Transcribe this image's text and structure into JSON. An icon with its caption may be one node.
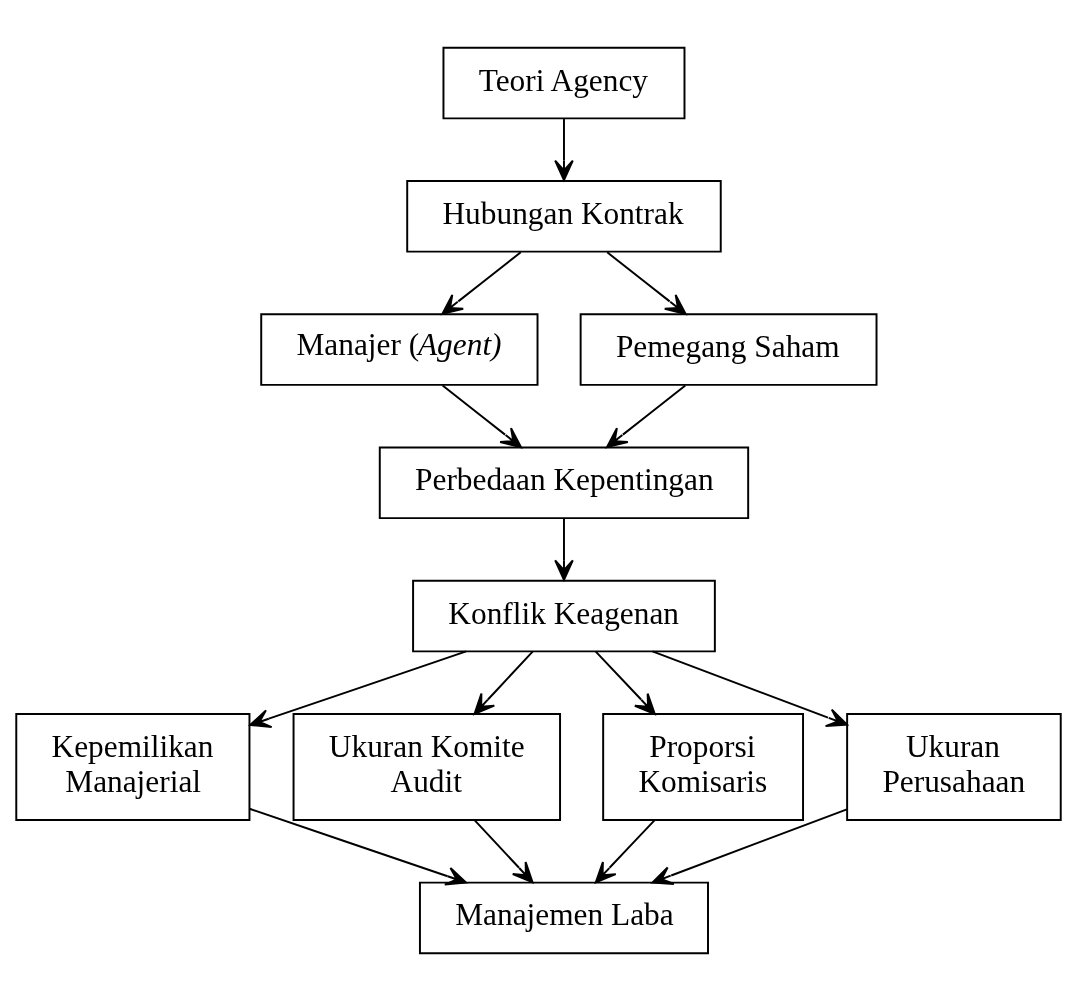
{
  "diagram": {
    "nodes": [
      {
        "text": [
          "Teori Agency"
        ]
      },
      {
        "text": [
          "Hubungan Kontrak"
        ]
      },
      {
        "text": [
          "Manajer (*Agent)*"
        ]
      },
      {
        "text": [
          "Pemegang Saham"
        ]
      },
      {
        "text": [
          "Perbedaan Kepentingan"
        ]
      },
      {
        "text": [
          "Konflik Keagenan"
        ]
      },
      {
        "text": [
          "Kepemilikan Manajerial"
        ]
      },
      {
        "text": [
          "Ukuran Komite Audit"
        ]
      },
      {
        "text": [
          "Proporsi Komisaris"
        ]
      },
      {
        "text": [
          "Ukuran Perusahaan"
        ]
      },
      {
        "text": [
          "Manajemen Laba"
        ]
      }
    ],
    "edges": [
      {
        "from": 0,
        "to": 1,
        "arrow": "to"
      },
      {
        "from": 1,
        "to": 2,
        "arrow": "to"
      },
      {
        "from": 1,
        "to": 3,
        "arrow": "to"
      },
      {
        "from": 2,
        "to": 4,
        "arrow": "to"
      },
      {
        "from": 3,
        "to": 4,
        "arrow": "to"
      },
      {
        "from": 4,
        "to": 5,
        "arrow": "to"
      },
      {
        "from": 5,
        "to": 6,
        "arrow": "to"
      },
      {
        "from": 5,
        "to": 7,
        "arrow": "to"
      },
      {
        "from": 5,
        "to": 8,
        "arrow": "to"
      },
      {
        "from": 5,
        "to": 9,
        "arrow": "to"
      },
      {
        "from": 6,
        "to": 10,
        "arrow": "to"
      },
      {
        "from": 7,
        "to": 10,
        "arrow": "to"
      },
      {
        "from": 8,
        "to": 10,
        "arrow": "to"
      },
      {
        "from": 9,
        "to": 10,
        "arrow": "to"
      }
    ]
  }
}
